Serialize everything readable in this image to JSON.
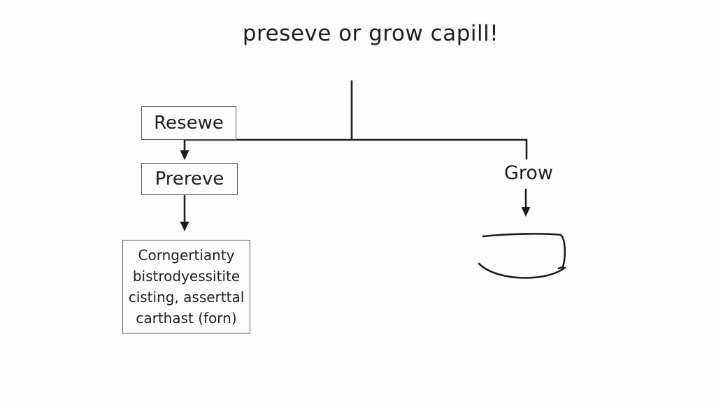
{
  "title": "preseve or grow capill!",
  "left_branch": {
    "box1_label": "Resewe",
    "box2_label": "Prereve",
    "note_lines": {
      "line1": "Corngertianty",
      "line2": "bistrodyessitite",
      "line3": "cisting, asserttal",
      "line4": "carthast (forn)"
    }
  },
  "right_branch": {
    "label": "Grow"
  },
  "colors": {
    "background": "#fdfdfd",
    "line": "#1d1d1d",
    "box_border": "#5a5a5a",
    "text": "#1f1f1f"
  }
}
